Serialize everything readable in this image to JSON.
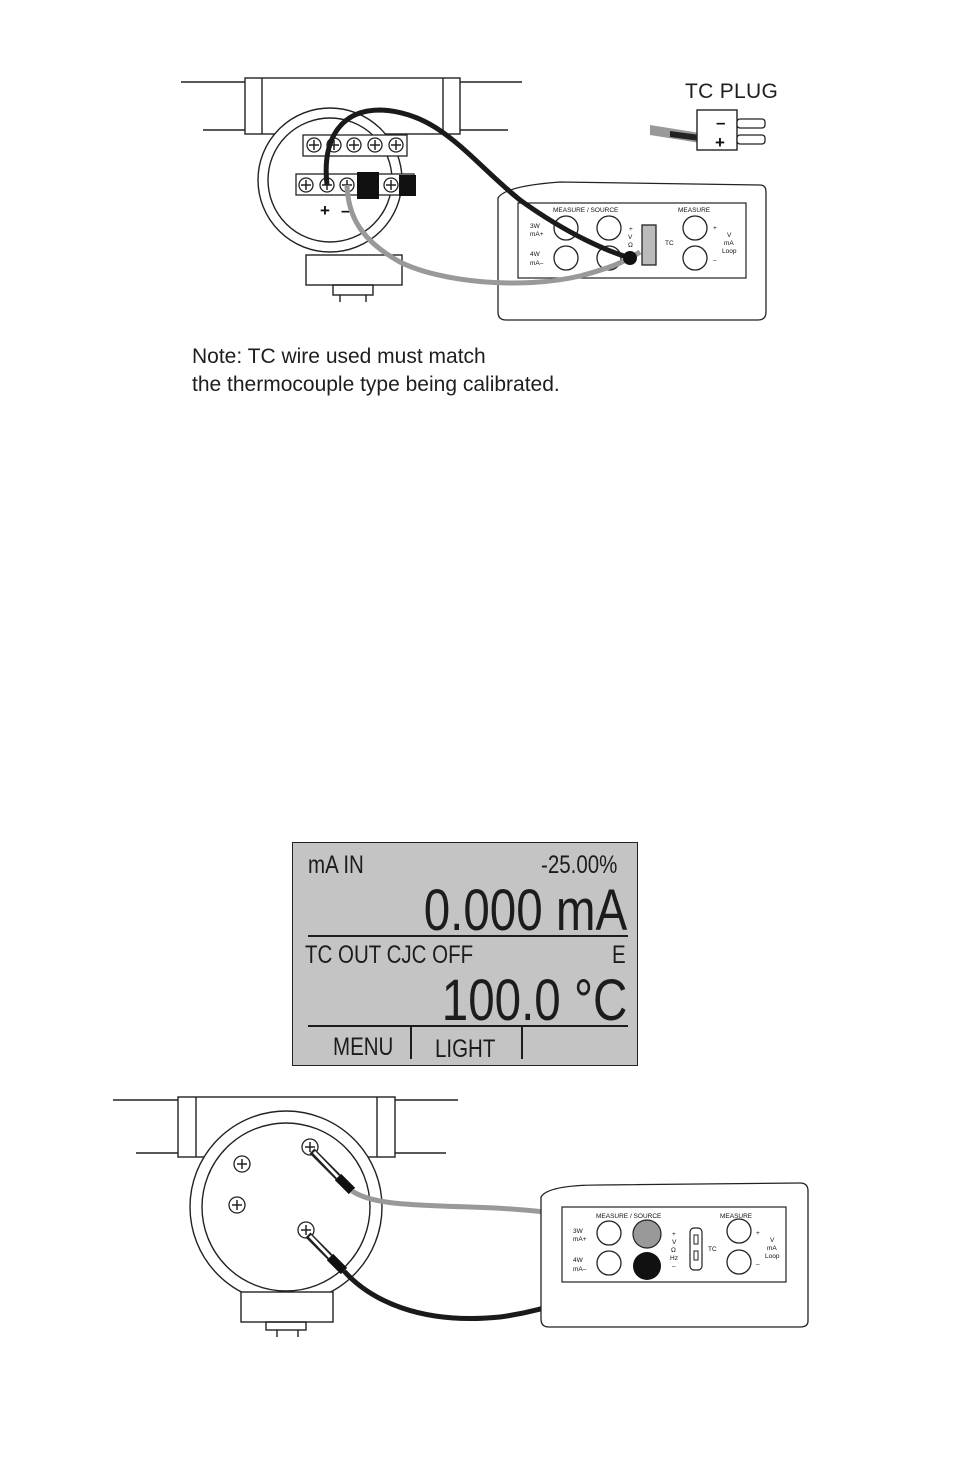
{
  "top_figure": {
    "plug_label": "TC PLUG",
    "plug_minus": "–",
    "plug_plus": "+",
    "terminal_plus": "+",
    "terminal_minus": "–",
    "panel": {
      "measure_source": "MEASURE / SOURCE",
      "measure": "MEASURE",
      "left_top_1": "3W",
      "left_top_2": "mA+",
      "left_bot_1": "4W",
      "left_bot_2": "mA–",
      "mid_plus": "+",
      "mid_v": "V",
      "mid_ohm": "Ω",
      "mid_minus": "–",
      "tc": "TC",
      "right_plus": "+",
      "right_minus": "–",
      "right_v": "V",
      "right_ma": "mA",
      "right_loop": "Loop"
    }
  },
  "note": {
    "line1": "Note: TC wire used must match",
    "line2": "the thermocouple type being calibrated."
  },
  "lcd": {
    "top_left": "mA  IN",
    "top_right": "-25.00%",
    "main_value": "0.000  mA",
    "mid_left": "TC  OUT   CJC  OFF",
    "mid_right": "E",
    "second_value": "100.0  °C",
    "softkey_1": "MENU",
    "softkey_2": "LIGHT",
    "softkey_3": ""
  },
  "bottom_figure": {
    "panel": {
      "measure_source": "MEASURE / SOURCE",
      "measure": "MEASURE",
      "left_top_1": "3W",
      "left_top_2": "mA+",
      "left_bot_1": "4W",
      "left_bot_2": "mA–",
      "mid_plus": "+",
      "mid_v": "V",
      "mid_ohm": "Ω",
      "mid_hz": "Hz",
      "mid_minus": "–",
      "tc": "TC",
      "right_plus": "+",
      "right_minus": "–",
      "right_v": "V",
      "right_ma": "mA",
      "right_loop": "Loop"
    }
  },
  "colors": {
    "wire_black": "#1a1a1a",
    "wire_gray": "#999999",
    "lcd_background": "#c4c4c4"
  }
}
